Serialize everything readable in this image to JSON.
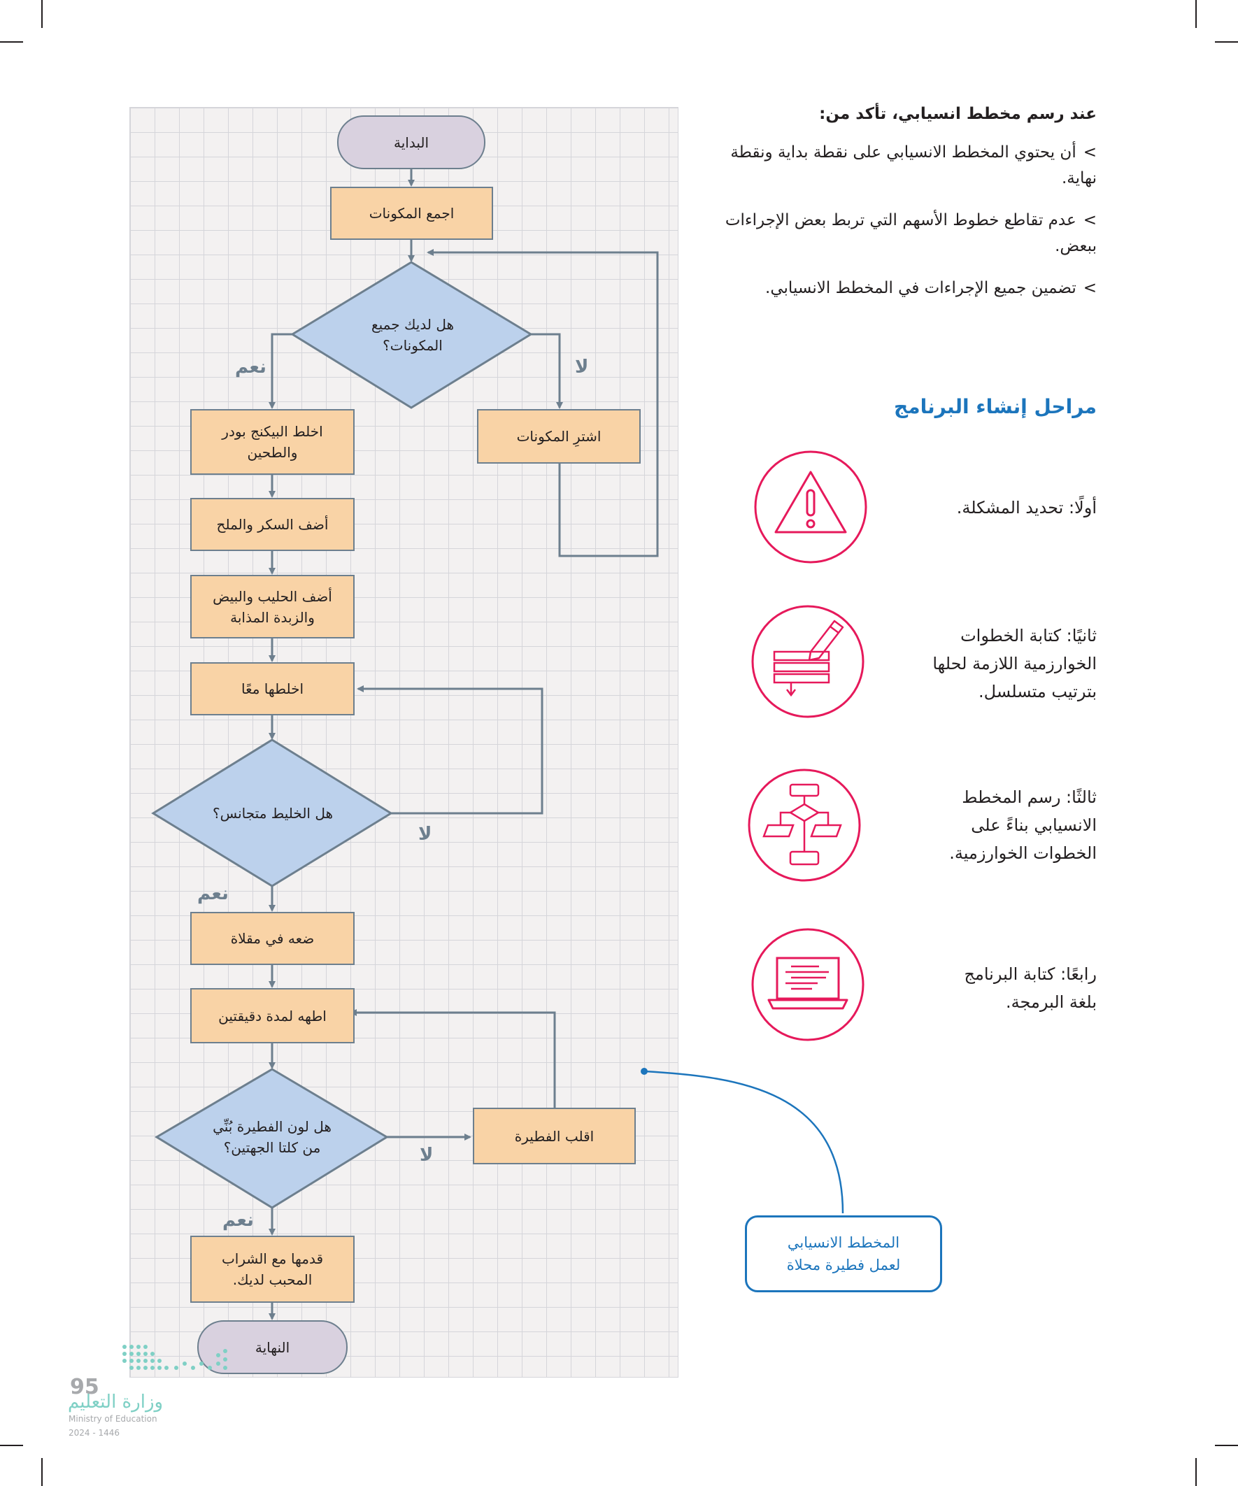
{
  "flowchart": {
    "start": "البداية",
    "gather": "اجمع المكونات",
    "decision_ingredients": "هل لديك جميع المكونات؟",
    "buy": "اشترِ المكونات",
    "mix_dry": "اخلط البيكنج بودر والطحين",
    "add_sugar": "أضف السكر والملح",
    "add_milk": "أضف الحليب والبيض والزبدة المذابة",
    "mix_together": "اخلطها معًا",
    "decision_mixture": "هل الخليط متجانس؟",
    "pan": "ضعه في مقلاة",
    "cook": "اطهه لمدة دقيقتين",
    "decision_brown": "هل لون الفطيرة بُنِّي من كلتا الجهتين؟",
    "flip": "اقلب الفطيرة",
    "serve": "قدمها مع الشراب المحبب لديك.",
    "end": "النهاية",
    "yes_label": "نعم",
    "no_label": "لا"
  },
  "checklist": {
    "heading": "عند رسم مخطط انسيابي، تأكد من:",
    "marker": ">",
    "items": [
      "أن يحتوي المخطط الانسيابي على نقطة بداية ونقطة نهاية.",
      "عدم تقاطع خطوط الأسهم التي تربط بعض الإجراءات ببعض.",
      "تضمين جميع الإجراءات في المخطط الانسيابي."
    ]
  },
  "stages": {
    "heading": "مراحل إنشاء البرنامج",
    "items": [
      {
        "label": "أولًا: تحديد المشكلة.",
        "icon": "warning-triangle-icon"
      },
      {
        "label": "ثانيًا: كتابة الخطوات الخوارزمية اللازمة لحلها بترتيب متسلسل.",
        "icon": "pencil-steps-icon"
      },
      {
        "label": "ثالثًا: رسم المخطط الانسيابي بناءً على الخطوات الخوارزمية.",
        "icon": "flowchart-icon"
      },
      {
        "label": "رابعًا: كتابة البرنامج بلغة البرمجة.",
        "icon": "laptop-code-icon"
      }
    ]
  },
  "callout": {
    "line1": "المخطط الانسيابي",
    "line2": "لعمل فطيرة محلاة"
  },
  "footer": {
    "page_number": "95",
    "ministry_ar": "وزارة التعليم",
    "ministry_en": "Ministry of Education",
    "year": "2024 - 1446"
  },
  "colors": {
    "process_fill": "#f9d3a6",
    "decision_fill": "#bcd1ec",
    "terminal_fill": "#d9d1df",
    "connector": "#6d7f8e",
    "accent_blue": "#1c75bc",
    "icon_pink": "#e6195b"
  }
}
